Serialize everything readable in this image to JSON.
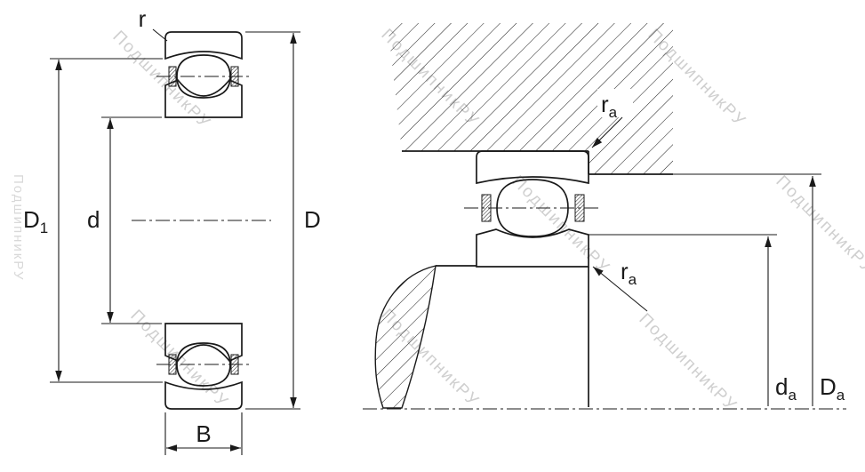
{
  "watermark": {
    "text": "ПодшипникРУ"
  },
  "labels": {
    "r": "r",
    "D1": {
      "main": "D",
      "sub": "1"
    },
    "d": "d",
    "D": "D",
    "B": "B",
    "ra_top": {
      "main": "r",
      "sub": "a"
    },
    "ra_bottom": {
      "main": "r",
      "sub": "a"
    },
    "da": {
      "main": "d",
      "sub": "a"
    },
    "Da": {
      "main": "D",
      "sub": "a"
    }
  },
  "colors": {
    "line": "#1a1a1a",
    "watermark": "#c7c7c7",
    "background": "#ffffff"
  }
}
